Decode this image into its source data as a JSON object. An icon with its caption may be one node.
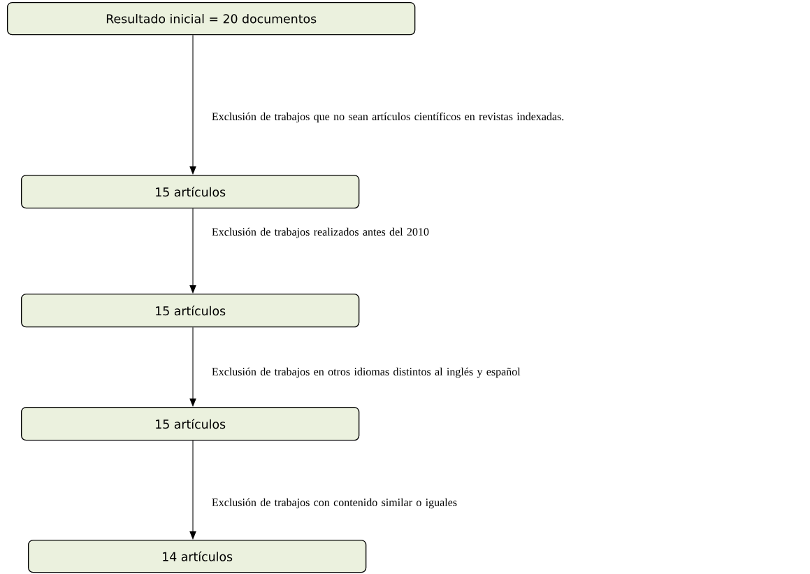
{
  "diagram": {
    "nodes": [
      {
        "text": [
          "Resultado inicial = 20 documentos"
        ]
      },
      {
        "text": [
          "15 artículos"
        ]
      },
      {
        "text": [
          "15 artículos"
        ]
      },
      {
        "text": [
          "15 artículos"
        ]
      },
      {
        "text": [
          "14 artículos"
        ]
      }
    ],
    "edges": [
      {
        "from": 0,
        "to": 1,
        "arrow": "to",
        "label": "Exclusión de trabajos que no sean artículos científicos en revistas indexadas."
      },
      {
        "from": 1,
        "to": 2,
        "arrow": "to",
        "label": "Exclusión de trabajos realizados antes del 2010"
      },
      {
        "from": 2,
        "to": 3,
        "arrow": "to",
        "label": "Exclusión de trabajos en otros idiomas distintos al inglés y español"
      },
      {
        "from": 3,
        "to": 4,
        "arrow": "to",
        "label": "Exclusión de trabajos con contenido similar o iguales"
      }
    ]
  }
}
